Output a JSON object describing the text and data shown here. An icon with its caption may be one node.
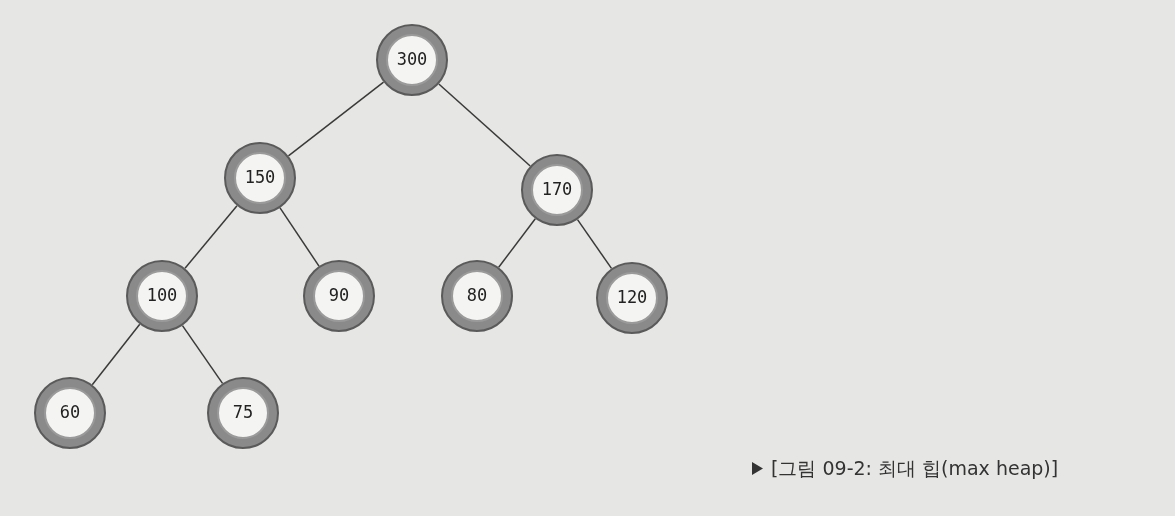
{
  "diagram": {
    "caption": "[그림 09-2: 최대 힙(max heap)]",
    "nodes": [
      {
        "text": [
          "300"
        ]
      },
      {
        "text": [
          "150"
        ]
      },
      {
        "text": [
          "170"
        ]
      },
      {
        "text": [
          "100"
        ]
      },
      {
        "text": [
          "90"
        ]
      },
      {
        "text": [
          "80"
        ]
      },
      {
        "text": [
          "120"
        ]
      },
      {
        "text": [
          "60"
        ]
      },
      {
        "text": [
          "75"
        ]
      }
    ],
    "edges": [
      {
        "from": 0,
        "to": 1,
        "arrow": "none"
      },
      {
        "from": 0,
        "to": 2,
        "arrow": "none"
      },
      {
        "from": 1,
        "to": 3,
        "arrow": "none"
      },
      {
        "from": 1,
        "to": 4,
        "arrow": "none"
      },
      {
        "from": 2,
        "to": 5,
        "arrow": "none"
      },
      {
        "from": 2,
        "to": 6,
        "arrow": "none"
      },
      {
        "from": 3,
        "to": 7,
        "arrow": "none"
      },
      {
        "from": 3,
        "to": 8,
        "arrow": "none"
      }
    ]
  }
}
